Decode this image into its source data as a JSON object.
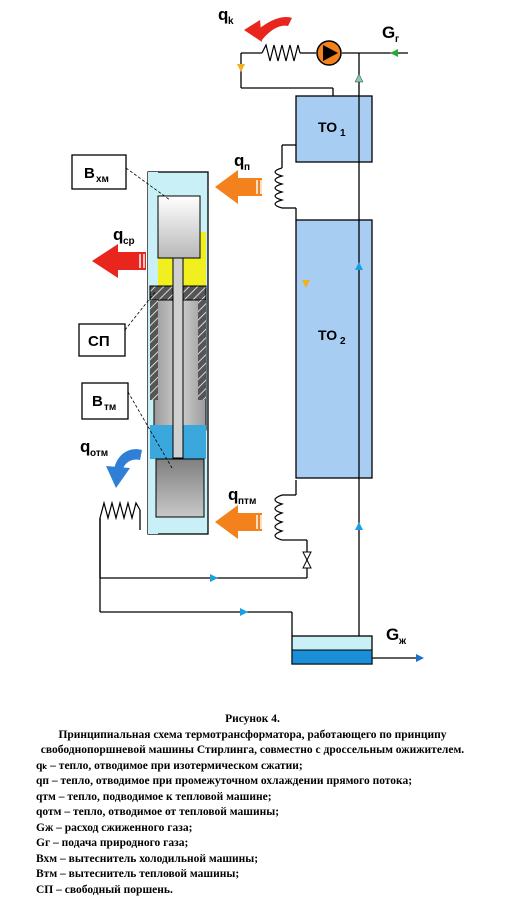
{
  "diagram": {
    "labels": {
      "qk": "q",
      "qk_sub": "k",
      "Gg": "G",
      "Gg_sub": "г",
      "TO1": "ТО",
      "TO1_sub": "1",
      "TO2": "ТО",
      "TO2_sub": "2",
      "qp": "q",
      "qp_sub": "п",
      "Bhm": "В",
      "Bhm_sub": "хм",
      "qsr": "q",
      "qsr_sub": "ср",
      "SP": "СП",
      "Btm": "В",
      "Btm_sub": "тм",
      "qotm": "q",
      "qotm_sub": "отм",
      "qptm": "q",
      "qptm_sub": "птм",
      "Gzh": "G",
      "Gzh_sub": "ж"
    },
    "colors": {
      "hx_fill": "#a8cdf2",
      "cylinder": "#c8f0f6",
      "hot_zone": "#f0f020",
      "cold_zone": "#3aa7dd",
      "arrow_orange": "#f3811c",
      "arrow_red": "#e8261e",
      "arrow_blue": "#2f7fd6",
      "pump": "#f3811c",
      "flow_marker": "#1aa0e0",
      "valve_marker": "#f0b020",
      "gas_inlet": "#2ca83a"
    }
  },
  "caption": {
    "title": "Рисунок 4.",
    "lines": [
      "Принципиальная схема термотрансформатора, работающего по принципу",
      "свободнопоршневой машины Стирлинга, совместно с дроссельным ожижителем."
    ],
    "legend": [
      "qₖ – тепло, отводимое при изотермическом сжатии;",
      "qп – тепло, отводимое при промежуточном охлаждении прямого потока;",
      "qтм – тепло, подводимое к тепловой машине;",
      "qотм – тепло, отводимое от тепловой машины;",
      "Gж – расход сжиженного газа;",
      "Gг – подача природного газа;",
      "Вхм – вытеснитель холодильной машины;",
      "Втм – вытеснитель тепловой машины;",
      "СП – свободный поршень."
    ]
  }
}
